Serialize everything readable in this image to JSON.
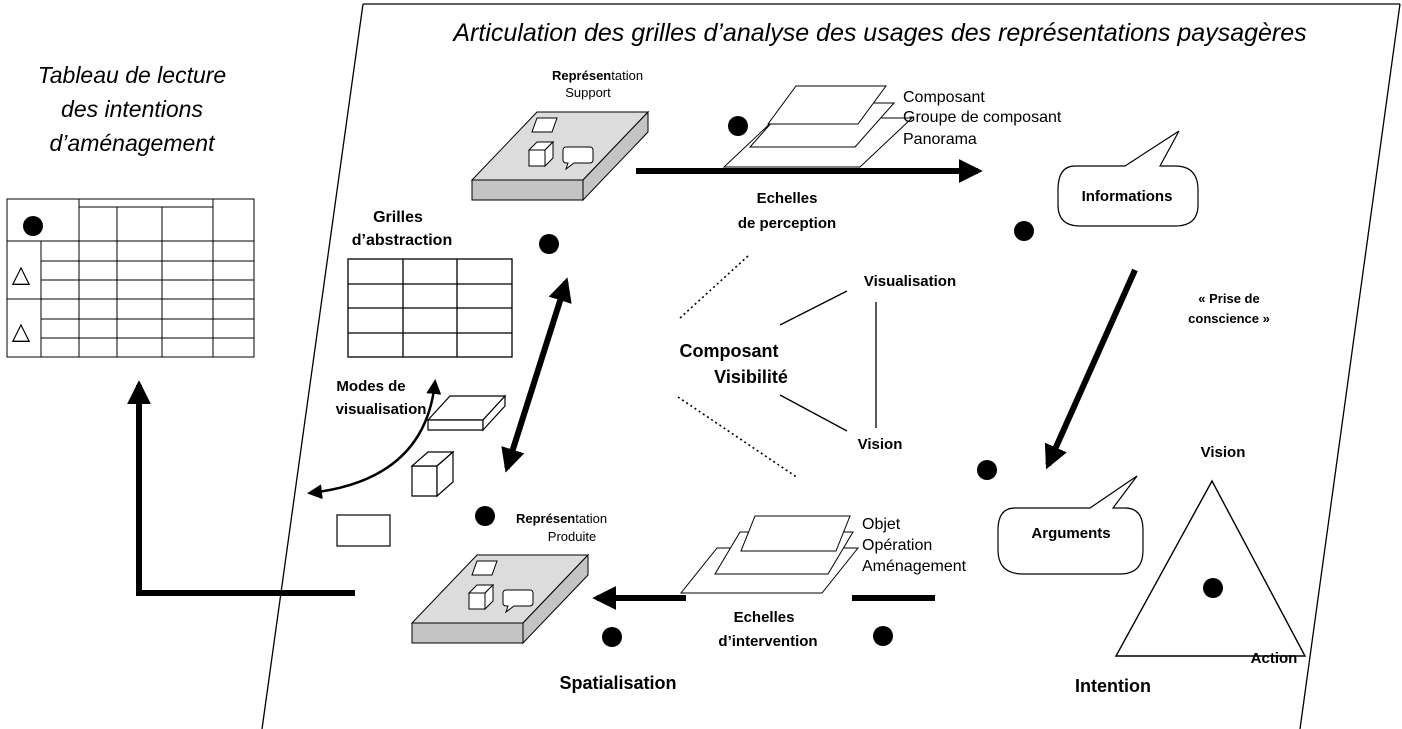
{
  "title": "Articulation des grilles d’analyse des usages des représentations paysagères",
  "left_panel": {
    "heading_lines": [
      "Tableau de lecture",
      "des intentions",
      "d’aménagement"
    ],
    "table_marker": "9",
    "row_symbol": "△"
  },
  "representation_support": {
    "label_bold": "Représen",
    "label_rest": "tation",
    "sublabel": "Support"
  },
  "representation_produite": {
    "label_bold": "Représen",
    "label_rest": "tation",
    "sublabel": "Produite"
  },
  "perception_scales": {
    "items": [
      "Composant",
      "Groupe de composant",
      "Panorama"
    ],
    "title_lines": [
      "Echelles",
      "de perception"
    ]
  },
  "intervention_scales": {
    "items": [
      "Objet",
      "Opération",
      "Aménagement"
    ],
    "title_lines": [
      "Echelles",
      "d’intervention"
    ]
  },
  "informations_label": "Informations",
  "arguments_label": "Arguments",
  "prise_conscience_lines": [
    "« Prise de",
    "conscience »"
  ],
  "grilles_lines": [
    "Grilles",
    "d’abstraction"
  ],
  "modes_lines": [
    "Modes de",
    "visualisation"
  ],
  "composant_visibilite_lines": [
    "Composant",
    "Visibilité"
  ],
  "visualisation_label": "Visualisation",
  "vision_center_label": "Vision",
  "triangle": {
    "top_label": "Vision",
    "left_label": "Intention",
    "right_label": "Action",
    "marker": "5"
  },
  "spatialisation_label": "Spatialisation",
  "markers": {
    "m1": "1",
    "m2": "2",
    "m3": "3",
    "m4": "4",
    "m6": "6",
    "m7": "7",
    "m8": "8"
  },
  "colors": {
    "line": "#000000",
    "slab_top": "#dcdcdc",
    "slab_side": "#c4c4c4",
    "background": "#ffffff"
  }
}
